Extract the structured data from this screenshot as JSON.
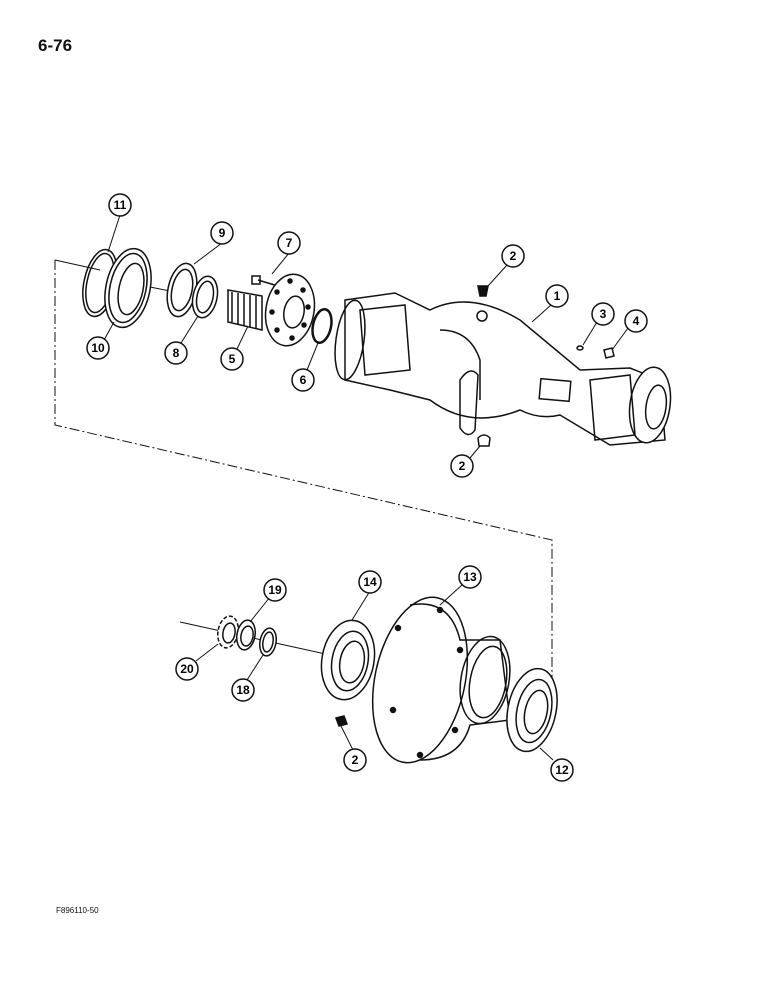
{
  "page_number": "6-76",
  "figure_id": "F896110-50",
  "callouts": [
    {
      "id": "1",
      "label": "1"
    },
    {
      "id": "2a",
      "label": "2"
    },
    {
      "id": "2b",
      "label": "2"
    },
    {
      "id": "2c",
      "label": "2"
    },
    {
      "id": "3",
      "label": "3"
    },
    {
      "id": "4",
      "label": "4"
    },
    {
      "id": "5",
      "label": "5"
    },
    {
      "id": "6",
      "label": "6"
    },
    {
      "id": "7",
      "label": "7"
    },
    {
      "id": "8",
      "label": "8"
    },
    {
      "id": "9",
      "label": "9"
    },
    {
      "id": "10",
      "label": "10"
    },
    {
      "id": "11",
      "label": "11"
    },
    {
      "id": "12",
      "label": "12"
    },
    {
      "id": "13",
      "label": "13"
    },
    {
      "id": "14",
      "label": "14"
    },
    {
      "id": "18",
      "label": "18"
    },
    {
      "id": "19",
      "label": "19"
    },
    {
      "id": "20",
      "label": "20"
    }
  ]
}
